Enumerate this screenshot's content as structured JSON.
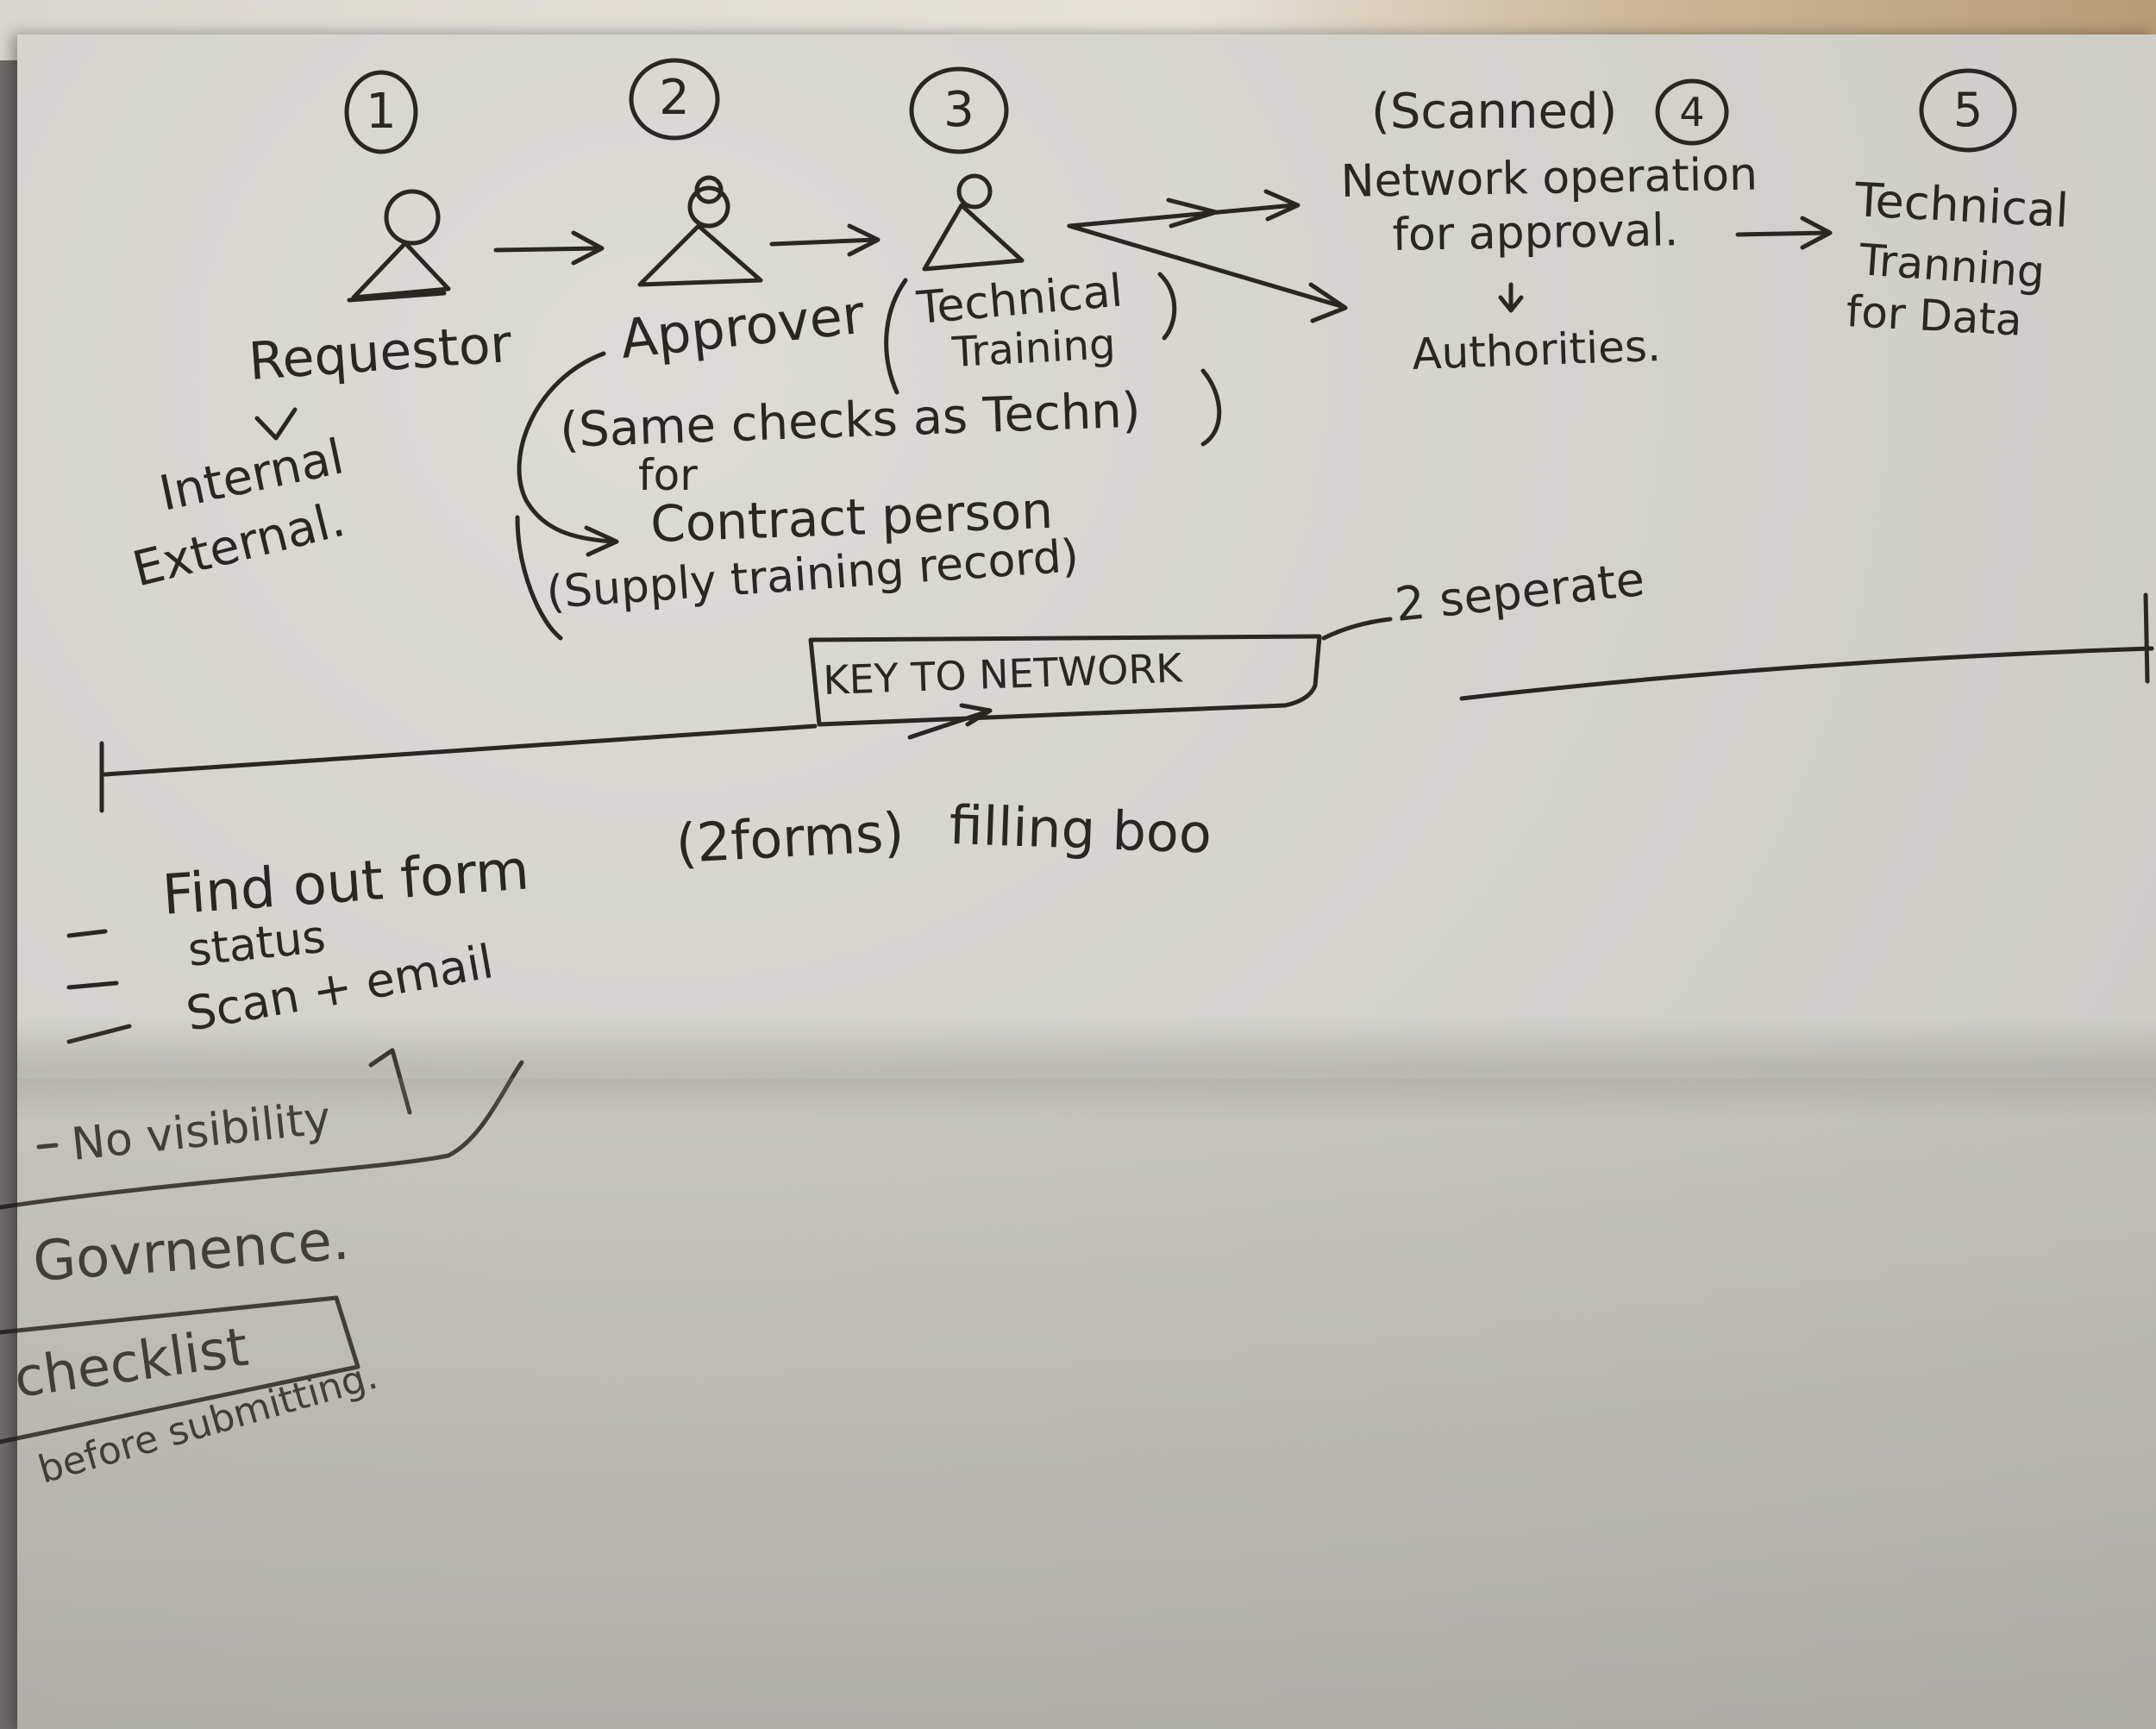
{
  "steps": [
    {
      "number": "1"
    },
    {
      "number": "2"
    },
    {
      "number": "3"
    },
    {
      "number": "4"
    },
    {
      "number": "5"
    }
  ],
  "labels": {
    "requestor": "Requestor",
    "internal": "Internal",
    "external": "External.",
    "approver": "Approver",
    "technical_training_1": "Technical",
    "technical_training_2": "Training",
    "scanned": "(Scanned)",
    "network_op_1": "Network operation",
    "network_op_2": "for approval.",
    "authorities": "Authorities.",
    "tech_data_1": "Technical",
    "tech_data_2": "Tranning",
    "tech_data_3": "for Data",
    "same_checks": "(Same checks as Techn)",
    "for": "for",
    "contract_person": "Contract person",
    "supply_record": "(Supply training record)",
    "key_to_network": "KEY TO NETWORK",
    "two_separate": "2 seperate",
    "find_out_form": "Find out form",
    "two_forms": "(2forms)",
    "filling_boo": "filling boo",
    "status": "status",
    "scan_email": "Scan + email",
    "no_visibility": "No visibility",
    "governance": "Govrnence.",
    "checklist": "checklist",
    "before_submitting": "before submitting."
  },
  "colors": {
    "ink": "#2a2622",
    "paper": "#d3d2cd"
  }
}
